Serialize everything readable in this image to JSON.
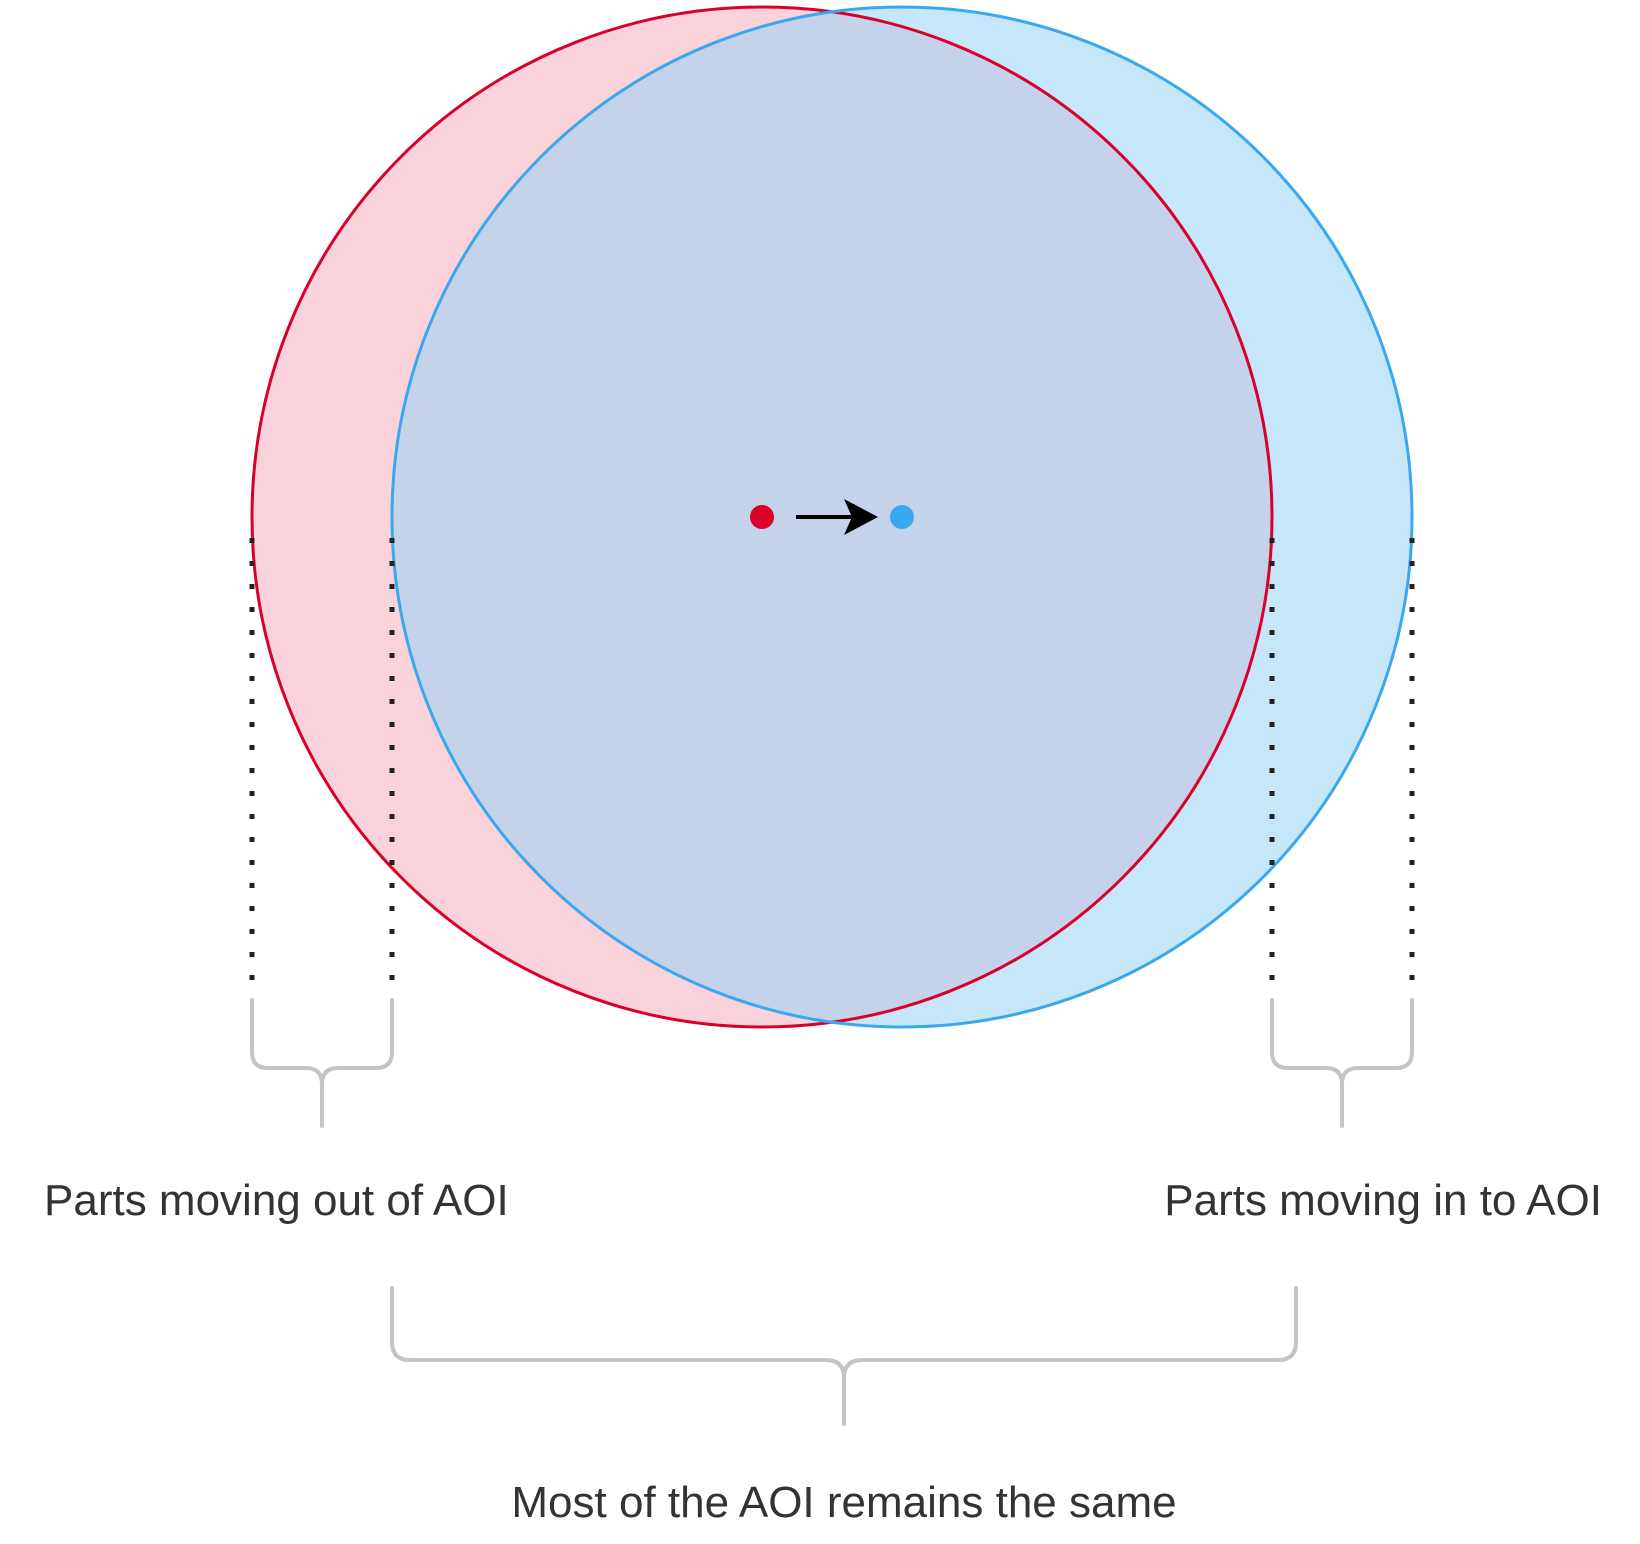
{
  "labels": {
    "left": "Parts moving out of AOI",
    "right": "Parts moving in to AOI",
    "bottom": "Most of the AOI remains the same"
  },
  "colors": {
    "old_area_stroke": "#d9002a",
    "old_area_fill": "#f9d2da",
    "new_area_stroke": "#3aa8ef",
    "new_area_fill": "#c6e7fa",
    "overlap_fill": "#c4d2ea",
    "arrow": "#000000",
    "dotted_guides": "#222222",
    "braces": "#c4c4c4",
    "label_text": "#333333"
  }
}
